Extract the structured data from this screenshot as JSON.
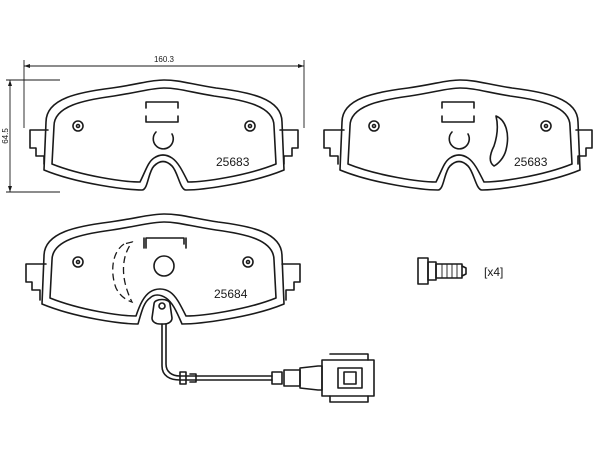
{
  "dimensions": {
    "width_label": "160.3",
    "height_label": "64.5"
  },
  "pads": [
    {
      "part_number": "25683"
    },
    {
      "part_number": "25683"
    },
    {
      "part_number": "25684"
    }
  ],
  "accessory": {
    "quantity_label": "[x4]"
  }
}
